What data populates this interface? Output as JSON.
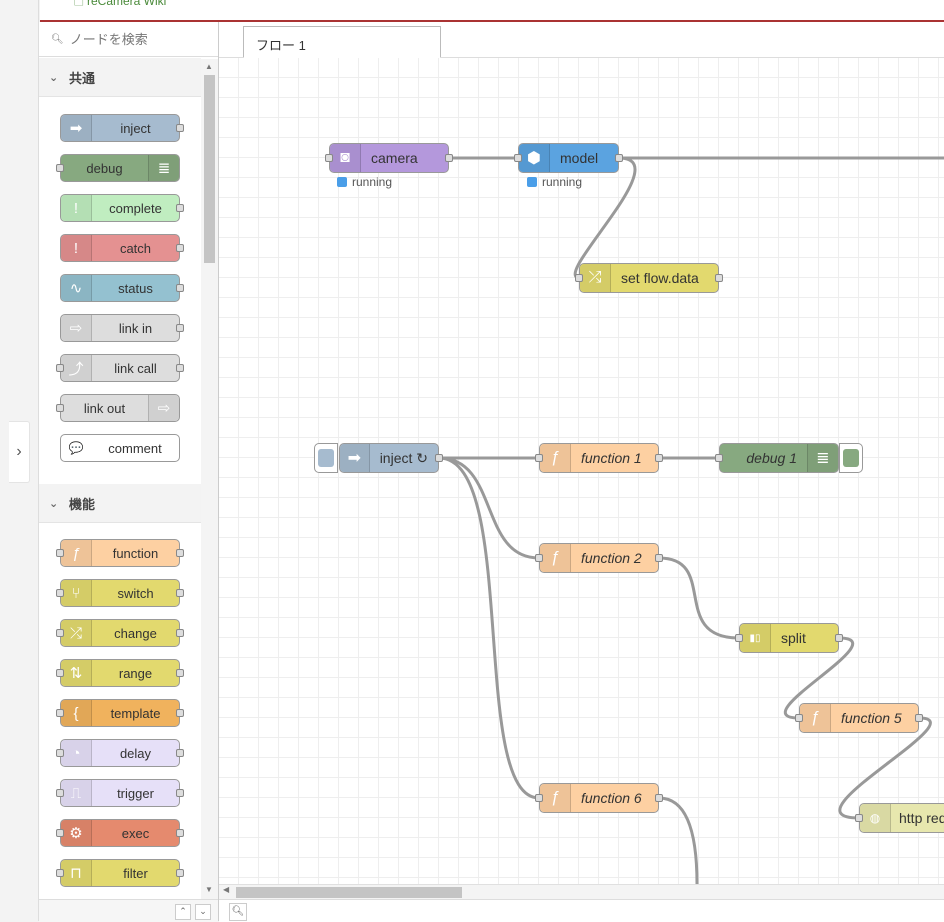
{
  "topbar": {
    "wiki_link": "reCamera Wiki"
  },
  "expander": {
    "icon": "chevron-right-icon",
    "glyph": "›"
  },
  "palette": {
    "search_placeholder": "ノードを検索",
    "categories": [
      {
        "label": "共通",
        "nodes": [
          {
            "label": "inject",
            "color": "#a6bbcf",
            "icon": "arrow-right-icon",
            "glyph": "➡"
          },
          {
            "label": "debug",
            "color": "#87a980",
            "icon": "list-icon",
            "glyph": "≣"
          },
          {
            "label": "complete",
            "color": "#c0edc0",
            "icon": "exclamation-icon",
            "glyph": "!"
          },
          {
            "label": "catch",
            "color": "#e49191",
            "icon": "exclamation-icon",
            "glyph": "!"
          },
          {
            "label": "status",
            "color": "#94c1d0",
            "icon": "pulse-icon",
            "glyph": "∿"
          },
          {
            "label": "link in",
            "color": "#dddddd",
            "icon": "link-in-icon",
            "glyph": "⇨"
          },
          {
            "label": "link call",
            "color": "#dddddd",
            "icon": "link-call-icon",
            "glyph": "⤴"
          },
          {
            "label": "link out",
            "color": "#dddddd",
            "icon": "link-out-icon",
            "glyph": "⇨"
          },
          {
            "label": "comment",
            "color": "#ffffff",
            "icon": "comment-icon",
            "glyph": "💬"
          }
        ]
      },
      {
        "label": "機能",
        "nodes": [
          {
            "label": "function",
            "color": "#fdd0a2",
            "icon": "function-icon",
            "glyph": "ƒ"
          },
          {
            "label": "switch",
            "color": "#e2d96e",
            "icon": "switch-icon",
            "glyph": "⑂"
          },
          {
            "label": "change",
            "color": "#e2d96e",
            "icon": "shuffle-icon",
            "glyph": "⤮"
          },
          {
            "label": "range",
            "color": "#e2d96e",
            "icon": "range-icon",
            "glyph": "⇅"
          },
          {
            "label": "template",
            "color": "#f0b25d",
            "icon": "braces-icon",
            "glyph": "{"
          },
          {
            "label": "delay",
            "color": "#e6e0f8",
            "icon": "clock-icon",
            "glyph": "◔"
          },
          {
            "label": "trigger",
            "color": "#e6e0f8",
            "icon": "trigger-icon",
            "glyph": "⎍"
          },
          {
            "label": "exec",
            "color": "#e58a6e",
            "icon": "gear-icon",
            "glyph": "⚙"
          },
          {
            "label": "filter",
            "color": "#e2d96e",
            "icon": "filter-icon",
            "glyph": "⊓"
          }
        ]
      }
    ]
  },
  "workspace": {
    "tab_label": "フロー 1",
    "nodes": {
      "camera": {
        "label": "camera",
        "color": "#b498dc",
        "icon": "camera-icon",
        "glyph": "📷",
        "status": "running"
      },
      "model": {
        "label": "model",
        "color": "#5ba3e0",
        "icon": "cube-icon",
        "glyph": "⬢",
        "status": "running"
      },
      "set_flow_data": {
        "label": "set flow.data",
        "color": "#e2d96e",
        "icon": "shuffle-icon",
        "glyph": "⤮"
      },
      "inject": {
        "label": "inject ↻",
        "color": "#a6bbcf",
        "icon": "arrow-right-icon",
        "glyph": "➡"
      },
      "function1": {
        "label": "function 1",
        "color": "#fdd0a2",
        "icon": "function-icon",
        "glyph": "ƒ"
      },
      "debug1": {
        "label": "debug 1",
        "color": "#87a980",
        "icon": "list-icon",
        "glyph": "≣"
      },
      "function2": {
        "label": "function 2",
        "color": "#fdd0a2",
        "icon": "function-icon",
        "glyph": "ƒ"
      },
      "split": {
        "label": "split",
        "color": "#e2d96e",
        "icon": "split-icon",
        "glyph": "▮▯"
      },
      "function5": {
        "label": "function 5",
        "color": "#fdd0a2",
        "icon": "function-icon",
        "glyph": "ƒ"
      },
      "function6": {
        "label": "function 6",
        "color": "#fdd0a2",
        "icon": "function-icon",
        "glyph": "ƒ"
      },
      "http_request": {
        "label": "http requ",
        "color": "#e7e7ae",
        "icon": "globe-icon",
        "glyph": "🌐"
      }
    }
  }
}
